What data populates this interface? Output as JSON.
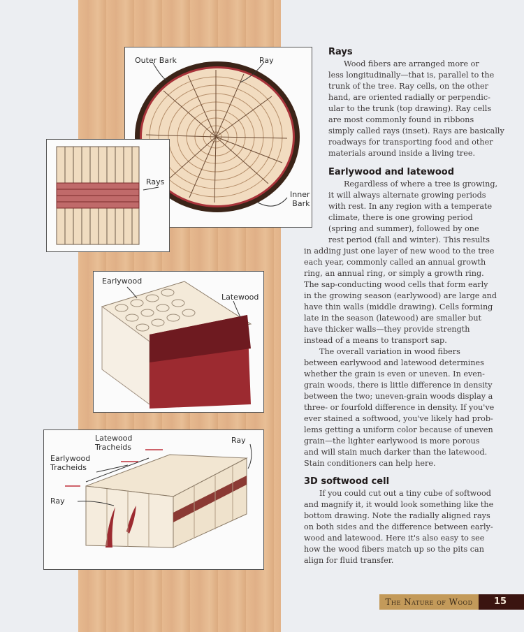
{
  "figures": {
    "log": {
      "outer_bark": "Outer Bark",
      "ray": "Ray",
      "inner_bark": "Inner\nBark"
    },
    "rays_inset": {
      "rays": "Rays"
    },
    "middle": {
      "earlywood": "Earlywood",
      "latewood": "Latewood"
    },
    "bottom": {
      "latewood_tracheids": "Latewood\nTracheids",
      "earlywood_tracheids": "Earlywood\nTracheids",
      "ray_left": "Ray",
      "ray_right": "Ray"
    }
  },
  "sections": {
    "rays": {
      "heading": "Rays",
      "lines": [
        "Wood fibers are arranged more or",
        "less longitudinally—that is, parallel to the",
        "trunk of the tree. Ray cells, on the other",
        "hand, are oriented radially or perpendic-",
        "ular to the trunk (top drawing). Ray cells",
        "are most commonly found in ribbons",
        "simply called rays (inset). Rays are basically",
        "roadways for transporting food and other",
        "materials around inside a living tree."
      ]
    },
    "earlywood": {
      "heading": "Earlywood and latewood",
      "lines_narrow": [
        "Regardless of where a tree is growing,",
        "it will always alternate growing periods",
        "with rest. In any region with a temperate",
        "climate, there is one growing period",
        "(spring and summer), followed by one",
        "rest period (fall and winter). This results"
      ],
      "lines_wide": [
        "in adding just one layer of new wood to the tree",
        "each year, commonly called an annual growth",
        "ring, an annual ring, or simply a growth ring.",
        "The sap-conducting wood cells that form early",
        "in the growing season (earlywood) are large and",
        "have thin walls (middle drawing). Cells forming",
        "late in the season (latewood) are smaller but",
        "have thicker walls—they provide strength",
        "instead of a means to transport sap."
      ],
      "lines_p2": [
        "The overall variation in wood fibers",
        "between earlywood and latewood determines",
        "whether the grain is even or uneven. In even-",
        "grain woods, there is little difference in density",
        "between the two; uneven-grain woods display a",
        "three- or fourfold difference in density. If you've",
        "ever stained a softwood, you've likely had prob-",
        "lems getting a uniform color because of uneven",
        "grain—the lighter earlywood is more porous",
        "and will stain much darker than the latewood.",
        "Stain conditioners can help here."
      ]
    },
    "softwood": {
      "heading": "3D softwood cell",
      "lines": [
        "If you could cut out a tiny cube of softwood",
        "and magnify it, it would look something like the",
        "bottom drawing. Note the radially aligned rays",
        "on both sides and the difference between early-",
        "wood and latewood. Here it's also easy to see",
        "how the wood fibers match up so the pits can",
        "align for fluid transfer."
      ]
    }
  },
  "footer": {
    "title": "The Nature of Wood",
    "page": "15"
  },
  "colors": {
    "latewood": "#8b2a2a",
    "footer_gold": "#c39a5a",
    "page_box": "#3a1410",
    "wood_strip": "#e2b48a"
  }
}
